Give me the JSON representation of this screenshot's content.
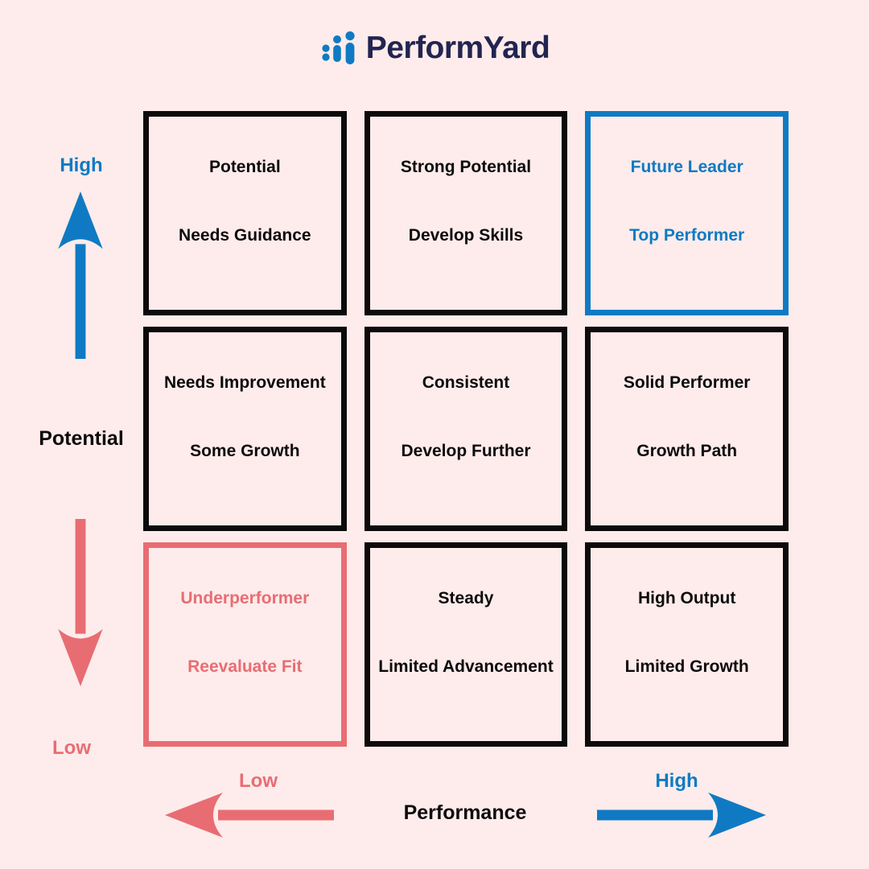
{
  "brand": {
    "name": "PerformYard"
  },
  "colors": {
    "background": "#fdeceb",
    "ink": "#0d0a0b",
    "blue": "#0f7ac3",
    "red": "#e86d73",
    "navy": "#222451"
  },
  "grid": {
    "cells": [
      {
        "title": "Potential",
        "subtitle": "Needs Guidance",
        "variant": "black"
      },
      {
        "title": "Strong Potential",
        "subtitle": "Develop Skills",
        "variant": "black"
      },
      {
        "title": "Future Leader",
        "subtitle": "Top Performer",
        "variant": "blue"
      },
      {
        "title": "Needs Improvement",
        "subtitle": "Some Growth",
        "variant": "black"
      },
      {
        "title": "Consistent",
        "subtitle": "Develop Further",
        "variant": "black"
      },
      {
        "title": "Solid Performer",
        "subtitle": "Growth Path",
        "variant": "black"
      },
      {
        "title": "Underperformer",
        "subtitle": "Reevaluate Fit",
        "variant": "red"
      },
      {
        "title": "Steady",
        "subtitle": "Limited Advancement",
        "variant": "black"
      },
      {
        "title": "High Output",
        "subtitle": "Limited Growth",
        "variant": "black"
      }
    ]
  },
  "y_axis": {
    "high_label": "High",
    "axis_label": "Potential",
    "low_label": "Low"
  },
  "x_axis": {
    "low_label": "Low",
    "axis_label": "Performance",
    "high_label": "High"
  }
}
